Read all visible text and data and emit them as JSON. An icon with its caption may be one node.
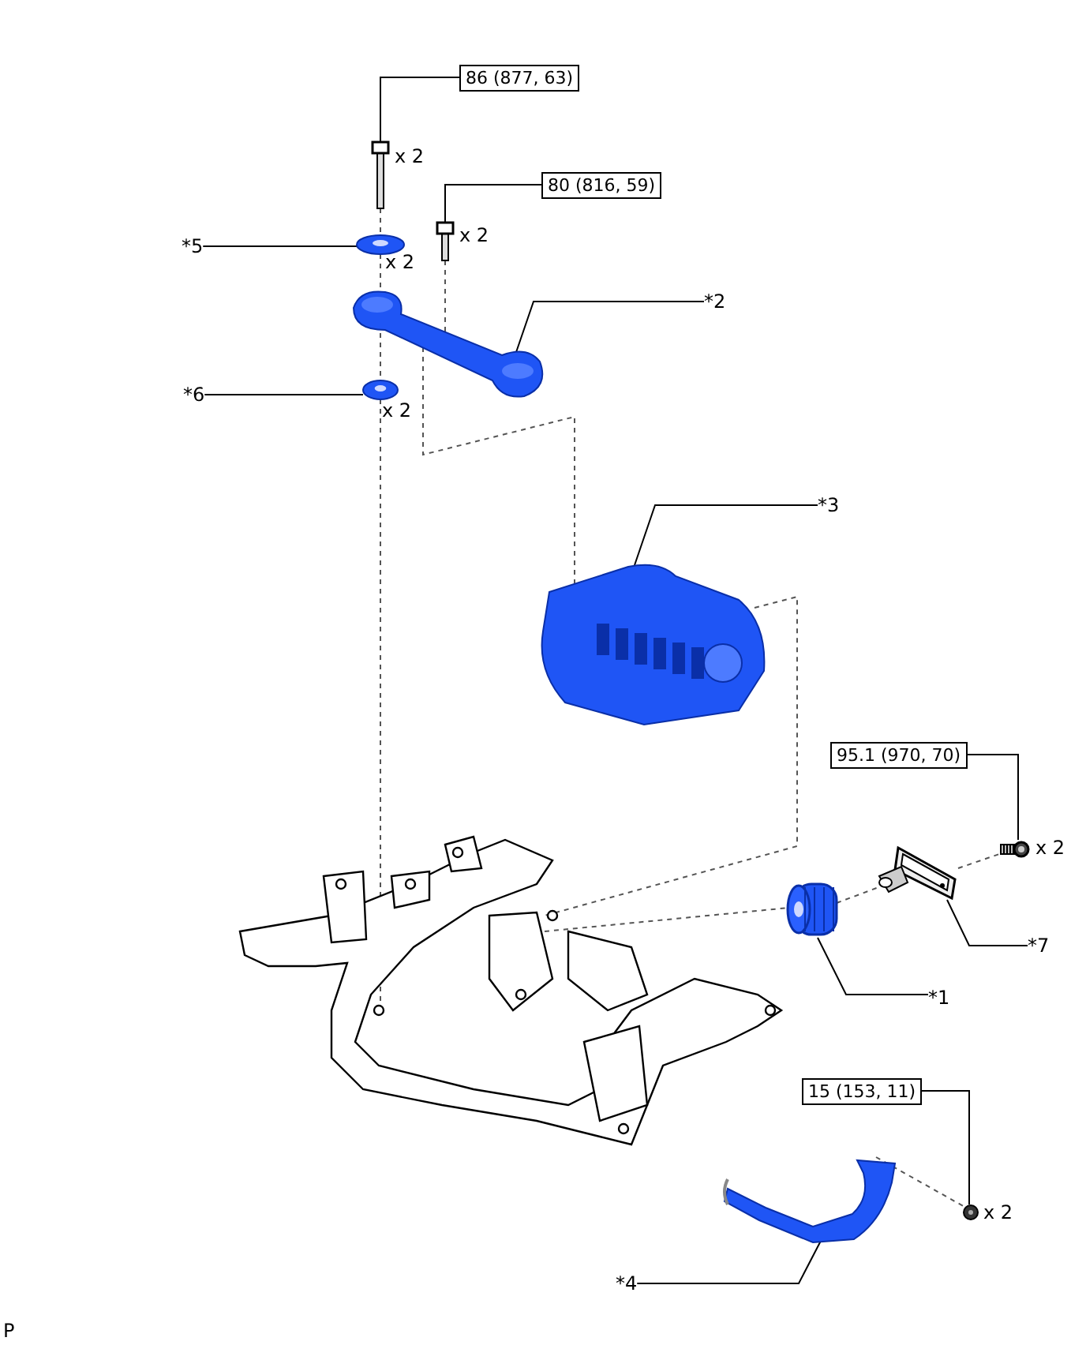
{
  "diagram": {
    "nodes": [
      {
        "text": [
          "86 (877, 63)"
        ]
      },
      {
        "text": [],
        "shape": "picture",
        "beside": [
          "x 2"
        ]
      },
      {
        "text": [
          "80 (816, 59)"
        ]
      },
      {
        "text": [],
        "shape": "picture",
        "beside": [
          "x 2"
        ]
      },
      {
        "text": [
          "*5"
        ]
      },
      {
        "text": [],
        "shape": "picture",
        "beside": [
          "x 2"
        ]
      },
      {
        "text": [
          "*2"
        ]
      },
      {
        "text": [],
        "shape": "picture"
      },
      {
        "text": [
          "*6"
        ]
      },
      {
        "text": [],
        "shape": "picture",
        "beside": [
          "x 2"
        ]
      },
      {
        "text": [
          "*3"
        ]
      },
      {
        "text": [],
        "shape": "picture"
      },
      {
        "text": [
          "95.1 (970, 70)"
        ]
      },
      {
        "text": [],
        "shape": "picture",
        "beside": [
          "x 2"
        ]
      },
      {
        "text": [
          "*7"
        ]
      },
      {
        "text": [],
        "shape": "picture"
      },
      {
        "text": [
          "*1"
        ]
      },
      {
        "text": [],
        "shape": "cylinder"
      },
      {
        "text": [
          "15 (153, 11)"
        ]
      },
      {
        "text": [],
        "shape": "picture",
        "beside": [
          "x 2"
        ]
      },
      {
        "text": [
          "*4"
        ]
      },
      {
        "text": [],
        "shape": "picture"
      },
      {
        "text": [],
        "shape": "picture"
      }
    ],
    "edges": [
      {
        "from": 0,
        "to": 1,
        "arrow": "none"
      },
      {
        "from": 2,
        "to": 3,
        "arrow": "none"
      },
      {
        "from": 4,
        "to": 5,
        "arrow": "none"
      },
      {
        "from": 6,
        "to": 7,
        "arrow": "none"
      },
      {
        "from": 8,
        "to": 9,
        "arrow": "none"
      },
      {
        "from": 10,
        "to": 11,
        "arrow": "none"
      },
      {
        "from": 12,
        "to": 13,
        "arrow": "none"
      },
      {
        "from": 14,
        "to": 15,
        "arrow": "none"
      },
      {
        "from": 16,
        "to": 17,
        "arrow": "none"
      },
      {
        "from": 18,
        "to": 19,
        "arrow": "none"
      },
      {
        "from": 20,
        "to": 21,
        "arrow": "none"
      },
      {
        "from": 1,
        "to": 5,
        "arrow": "none",
        "style": "dashed"
      },
      {
        "from": 5,
        "to": 7,
        "arrow": "none",
        "style": "dashed"
      },
      {
        "from": 7,
        "to": 9,
        "arrow": "none",
        "style": "dashed"
      },
      {
        "from": 9,
        "to": 22,
        "arrow": "none",
        "style": "dashed"
      },
      {
        "from": 3,
        "to": 7,
        "arrow": "none",
        "style": "dashed"
      },
      {
        "from": 11,
        "to": 22,
        "arrow": "none",
        "style": "dashed"
      },
      {
        "from": 22,
        "to": 17,
        "arrow": "none",
        "style": "dashed"
      },
      {
        "from": 17,
        "to": 15,
        "arrow": "none",
        "style": "dashed"
      },
      {
        "from": 15,
        "to": 13,
        "arrow": "none",
        "style": "dashed"
      },
      {
        "from": 21,
        "to": 19,
        "arrow": "none",
        "style": "dashed"
      },
      {
        "from": 7,
        "to": 11,
        "arrow": "none",
        "style": "dashed"
      }
    ],
    "labels": [
      "P"
    ]
  }
}
